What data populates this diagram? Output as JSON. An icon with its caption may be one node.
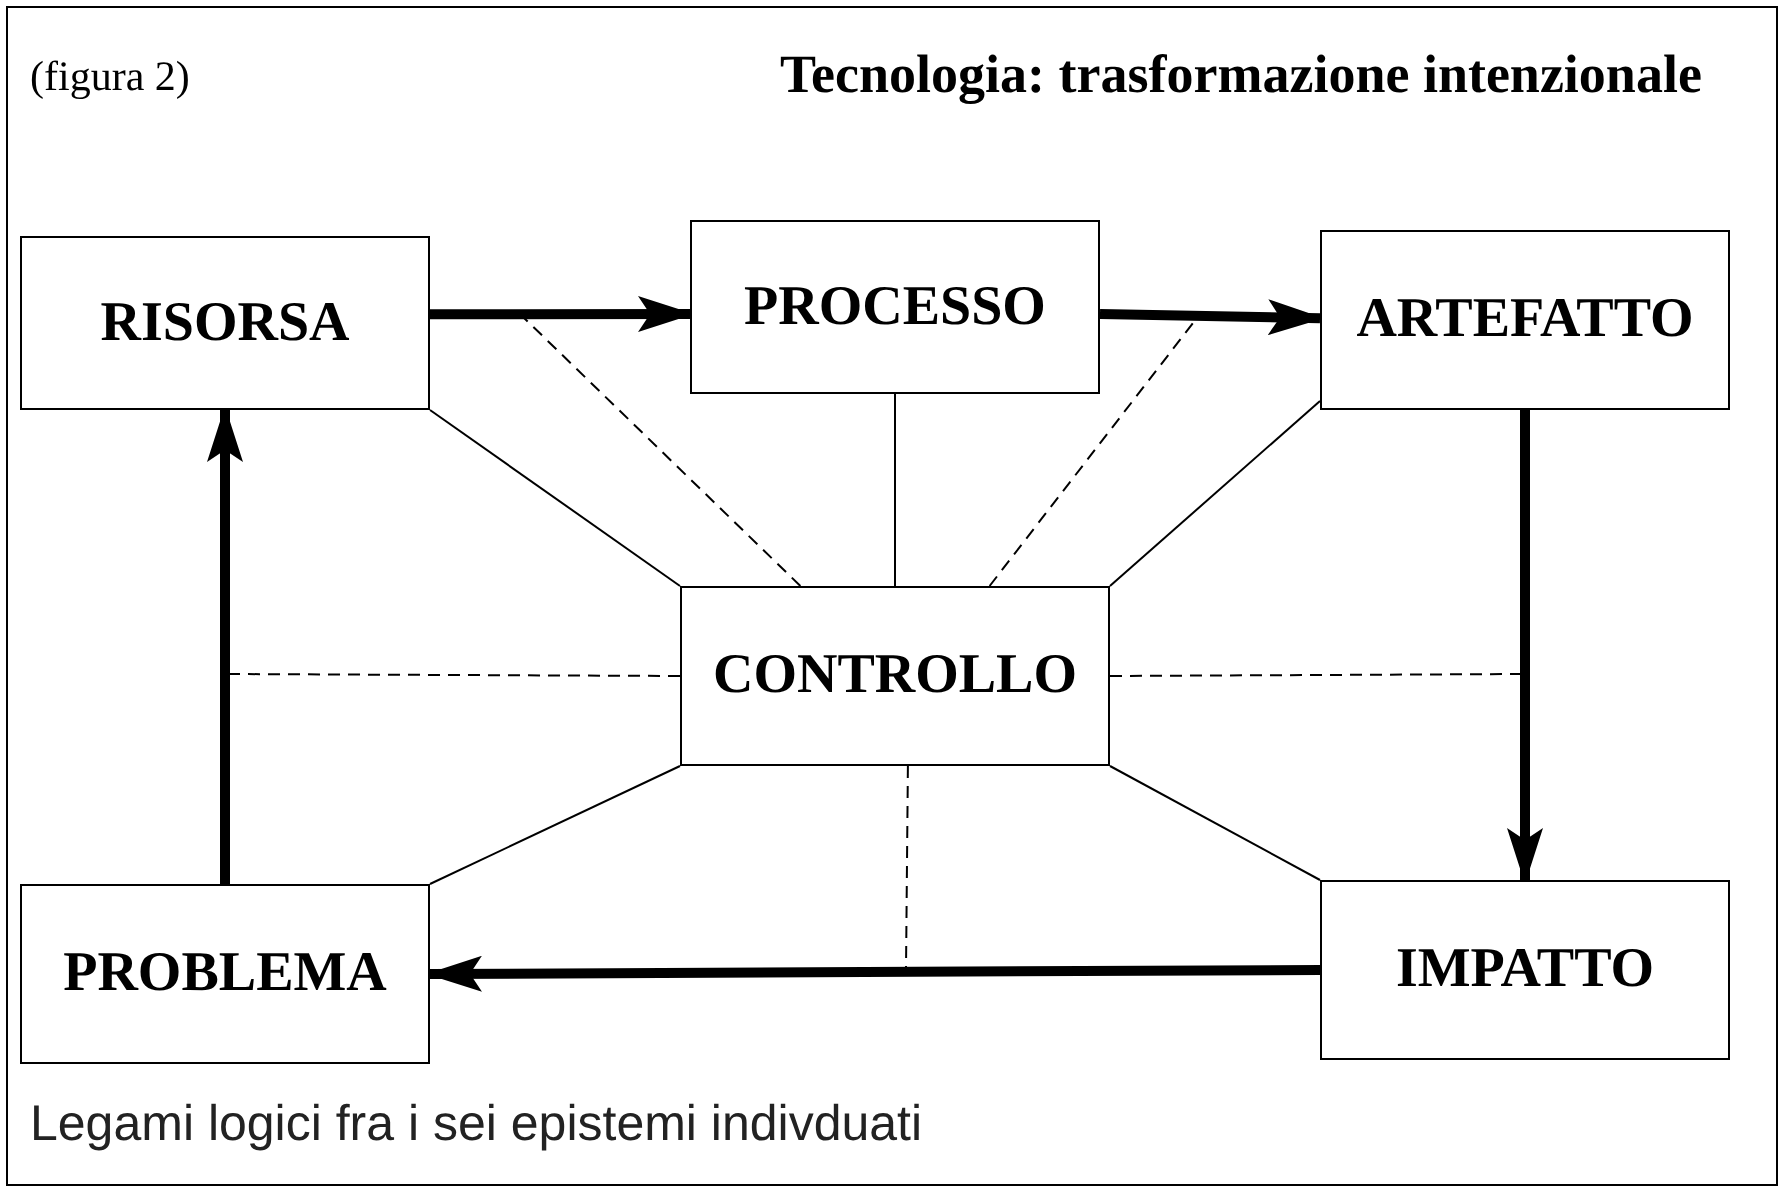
{
  "diagram": {
    "title": "Tecnologia: trasformazione intenzionale",
    "caption": "Legami logici fra i sei epistemi indivduati",
    "nodes": [
      {
        "text": [
          "RISORSA"
        ]
      },
      {
        "text": [
          "PROCESSO"
        ]
      },
      {
        "text": [
          "ARTEFATTO"
        ]
      },
      {
        "text": [
          "CONTROLLO"
        ]
      },
      {
        "text": [
          "PROBLEMA"
        ]
      },
      {
        "text": [
          "IMPATTO"
        ]
      }
    ],
    "edges": [
      {
        "from": 0,
        "to": 1,
        "arrow": "to",
        "style": "thick"
      },
      {
        "from": 1,
        "to": 2,
        "arrow": "to",
        "style": "thick"
      },
      {
        "from": 2,
        "to": 5,
        "arrow": "to",
        "style": "thick"
      },
      {
        "from": 5,
        "to": 4,
        "arrow": "to",
        "style": "thick"
      },
      {
        "from": 4,
        "to": 0,
        "arrow": "to",
        "style": "thick"
      },
      {
        "from": 3,
        "to": 0,
        "arrow": "none"
      },
      {
        "from": 3,
        "to": 1,
        "arrow": "none"
      },
      {
        "from": 3,
        "to": 2,
        "arrow": "none"
      },
      {
        "from": 3,
        "to": 4,
        "arrow": "none"
      },
      {
        "from": 3,
        "to": 5,
        "arrow": "none"
      },
      {
        "from": 3,
        "to": null,
        "arrow": "none",
        "style": "dashed"
      },
      {
        "from": 3,
        "to": null,
        "arrow": "none",
        "style": "dashed"
      },
      {
        "from": 3,
        "to": null,
        "arrow": "none",
        "style": "dashed"
      },
      {
        "from": 3,
        "to": null,
        "arrow": "none",
        "style": "dashed"
      },
      {
        "from": 3,
        "to": null,
        "arrow": "none",
        "style": "dashed"
      }
    ],
    "labels": [
      "(figura 2)"
    ]
  }
}
